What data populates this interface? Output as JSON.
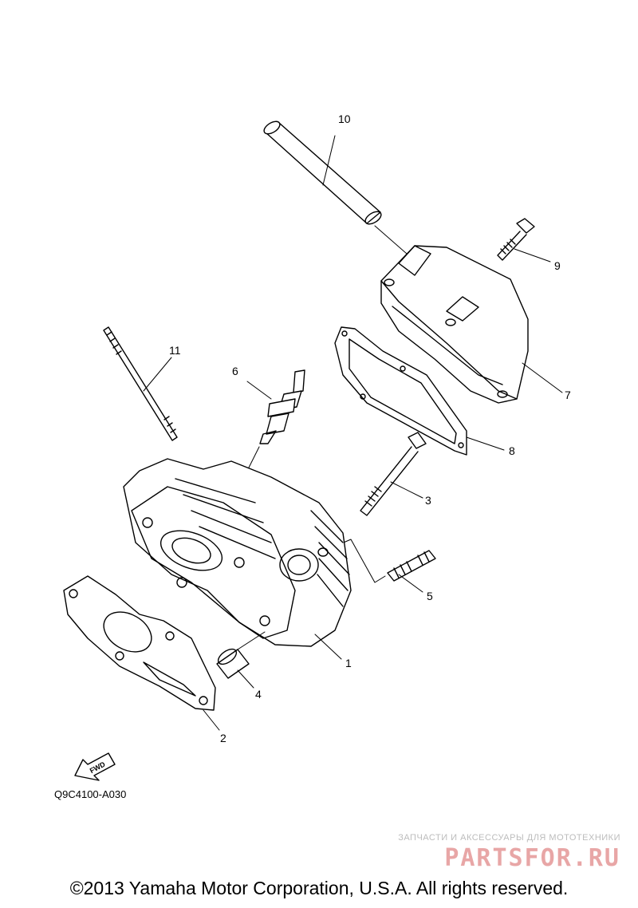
{
  "diagram": {
    "parts": [
      {
        "id": "part-1",
        "label": "1"
      },
      {
        "id": "part-2",
        "label": "2"
      },
      {
        "id": "part-3",
        "label": "3"
      },
      {
        "id": "part-4",
        "label": "4"
      },
      {
        "id": "part-5",
        "label": "5"
      },
      {
        "id": "part-6",
        "label": "6"
      },
      {
        "id": "part-7",
        "label": "7"
      },
      {
        "id": "part-8",
        "label": "8"
      },
      {
        "id": "part-9",
        "label": "9"
      },
      {
        "id": "part-10",
        "label": "10"
      },
      {
        "id": "part-11",
        "label": "11"
      }
    ],
    "fwd_label": "FWD",
    "ref_code": "Q9C4100-A030"
  },
  "footer": {
    "copyright": "©2013 Yamaha Motor Corporation, U.S.A. All rights reserved."
  },
  "watermark": {
    "tagline": "ЗАПЧАСТИ И АКСЕССУАРЫ ДЛЯ МОТОТЕХНИКИ",
    "brand": "PARTSFOR.RU",
    "color": "#e8a6a6"
  }
}
